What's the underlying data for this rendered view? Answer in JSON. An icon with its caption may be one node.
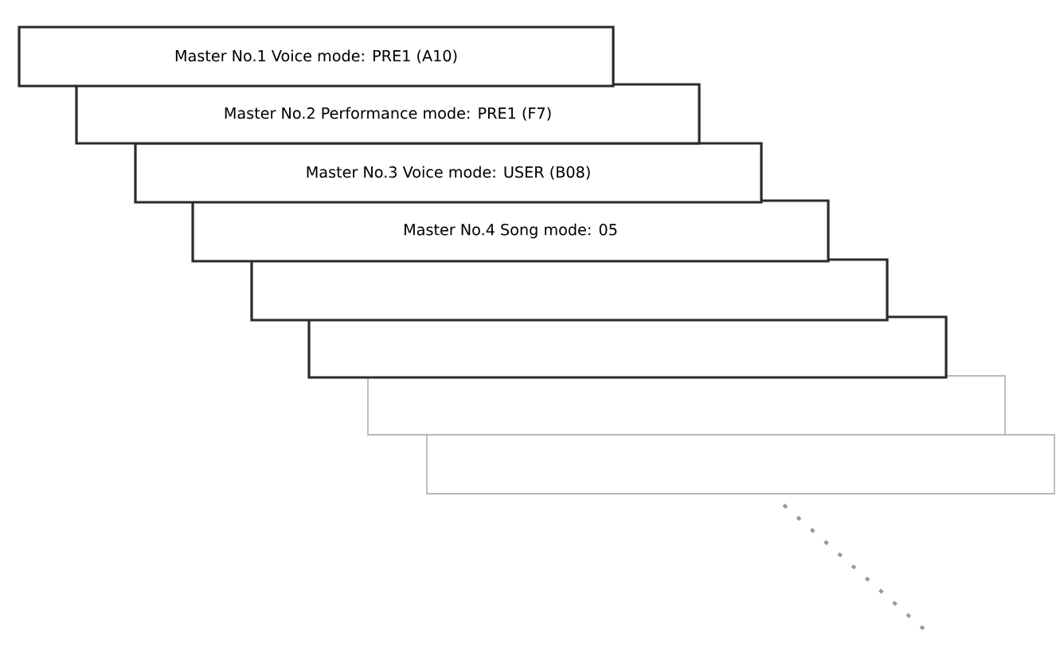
{
  "diagram": {
    "nodes": [
      {
        "text": [
          "Master No.1 Voice mode: PRE1 (A10)"
        ]
      },
      {
        "text": [
          "Master No.2 Performance mode: PRE1 (F7)"
        ]
      },
      {
        "text": [
          "Master No.3 Voice mode: USER (B08)"
        ]
      },
      {
        "text": [
          "Master No.4 Song mode: 05"
        ]
      },
      {
        "text": [],
        "shape": "box"
      },
      {
        "text": [],
        "shape": "box"
      },
      {
        "text": [],
        "shape": "box"
      },
      {
        "text": [],
        "shape": "box"
      }
    ]
  }
}
